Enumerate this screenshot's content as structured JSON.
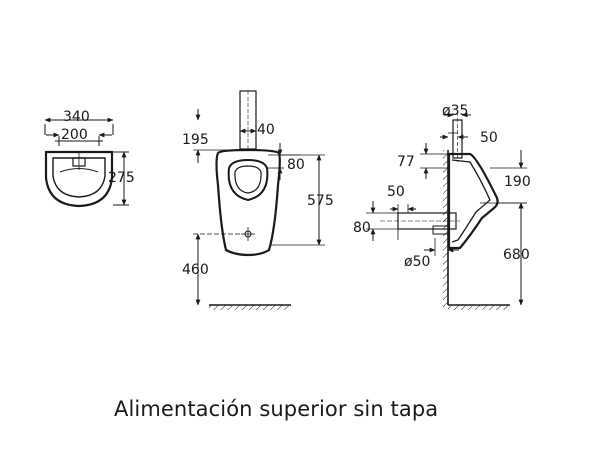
{
  "caption": "Alimentación superior sin tapa",
  "top_view": {
    "width_outer": "340",
    "width_inner": "200",
    "depth": "275"
  },
  "front_view": {
    "feed_height": "195",
    "feed_offset": "40",
    "rim_to_outlet": "80",
    "body_height": "575",
    "floor_to_outlet": "460"
  },
  "side_view": {
    "feed_diameter": "ø35",
    "feed_offset": "50",
    "rim_offset": "77",
    "top_height": "190",
    "outlet_offset": "50",
    "outlet_height": "80",
    "floor_height": "680",
    "outlet_diameter": "ø50"
  }
}
